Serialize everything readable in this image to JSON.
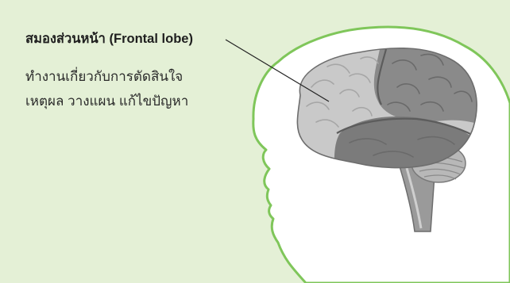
{
  "label": {
    "title": "สมองส่วนหน้า (Frontal lobe)",
    "description_lines": [
      "ทำงานเกี่ยวกับการตัดสินใจ",
      "เหตุผล วางแผน แก้ไขปัญหา"
    ]
  },
  "colors": {
    "background": "#e4f0d6",
    "head_fill": "#ffffff",
    "head_outline": "#7fc65a",
    "frontal_lobe": "#c9c9c9",
    "other_lobes": "#8a8a8a",
    "cerebellum": "#b8b8b8"
  },
  "icons": {
    "illustration": "child-head-profile-with-brain"
  }
}
